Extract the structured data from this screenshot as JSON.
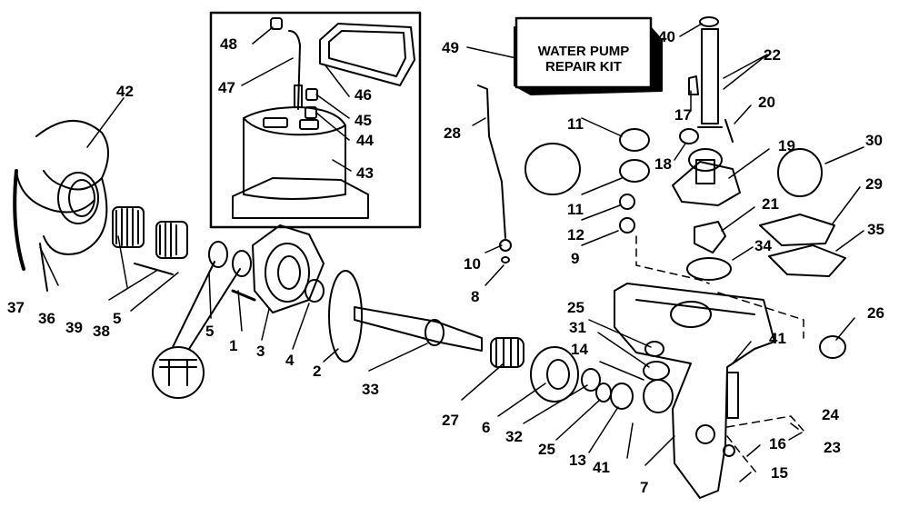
{
  "kit_label": {
    "line1": "WATER PUMP",
    "line2": "REPAIR KIT"
  },
  "callouts": [
    {
      "id": "c1",
      "text": "1"
    },
    {
      "id": "c2",
      "text": "2"
    },
    {
      "id": "c3",
      "text": "3"
    },
    {
      "id": "c4",
      "text": "4"
    },
    {
      "id": "c5a",
      "text": "5"
    },
    {
      "id": "c5b",
      "text": "5"
    },
    {
      "id": "c6",
      "text": "6"
    },
    {
      "id": "c7",
      "text": "7"
    },
    {
      "id": "c8",
      "text": "8"
    },
    {
      "id": "c9",
      "text": "9"
    },
    {
      "id": "c10",
      "text": "10"
    },
    {
      "id": "c11a",
      "text": "11"
    },
    {
      "id": "c11b",
      "text": "11"
    },
    {
      "id": "c12",
      "text": "12"
    },
    {
      "id": "c13",
      "text": "13"
    },
    {
      "id": "c14",
      "text": "14"
    },
    {
      "id": "c15",
      "text": "15"
    },
    {
      "id": "c16",
      "text": "16"
    },
    {
      "id": "c17",
      "text": "17"
    },
    {
      "id": "c18",
      "text": "18"
    },
    {
      "id": "c19",
      "text": "19"
    },
    {
      "id": "c20",
      "text": "20"
    },
    {
      "id": "c21",
      "text": "21"
    },
    {
      "id": "c22",
      "text": "22"
    },
    {
      "id": "c23",
      "text": "23"
    },
    {
      "id": "c24",
      "text": "24"
    },
    {
      "id": "c25a",
      "text": "25"
    },
    {
      "id": "c25b",
      "text": "25"
    },
    {
      "id": "c26",
      "text": "26"
    },
    {
      "id": "c27",
      "text": "27"
    },
    {
      "id": "c28",
      "text": "28"
    },
    {
      "id": "c29",
      "text": "29"
    },
    {
      "id": "c30",
      "text": "30"
    },
    {
      "id": "c31",
      "text": "31"
    },
    {
      "id": "c32",
      "text": "32"
    },
    {
      "id": "c33",
      "text": "33"
    },
    {
      "id": "c34",
      "text": "34"
    },
    {
      "id": "c35",
      "text": "35"
    },
    {
      "id": "c36",
      "text": "36"
    },
    {
      "id": "c37",
      "text": "37"
    },
    {
      "id": "c38",
      "text": "38"
    },
    {
      "id": "c39",
      "text": "39"
    },
    {
      "id": "c40",
      "text": "40"
    },
    {
      "id": "c41a",
      "text": "41"
    },
    {
      "id": "c41b",
      "text": "41"
    },
    {
      "id": "c42",
      "text": "42"
    },
    {
      "id": "c43",
      "text": "43"
    },
    {
      "id": "c44",
      "text": "44"
    },
    {
      "id": "c45",
      "text": "45"
    },
    {
      "id": "c46",
      "text": "46"
    },
    {
      "id": "c47",
      "text": "47"
    },
    {
      "id": "c48",
      "text": "48"
    },
    {
      "id": "c49",
      "text": "49"
    }
  ]
}
